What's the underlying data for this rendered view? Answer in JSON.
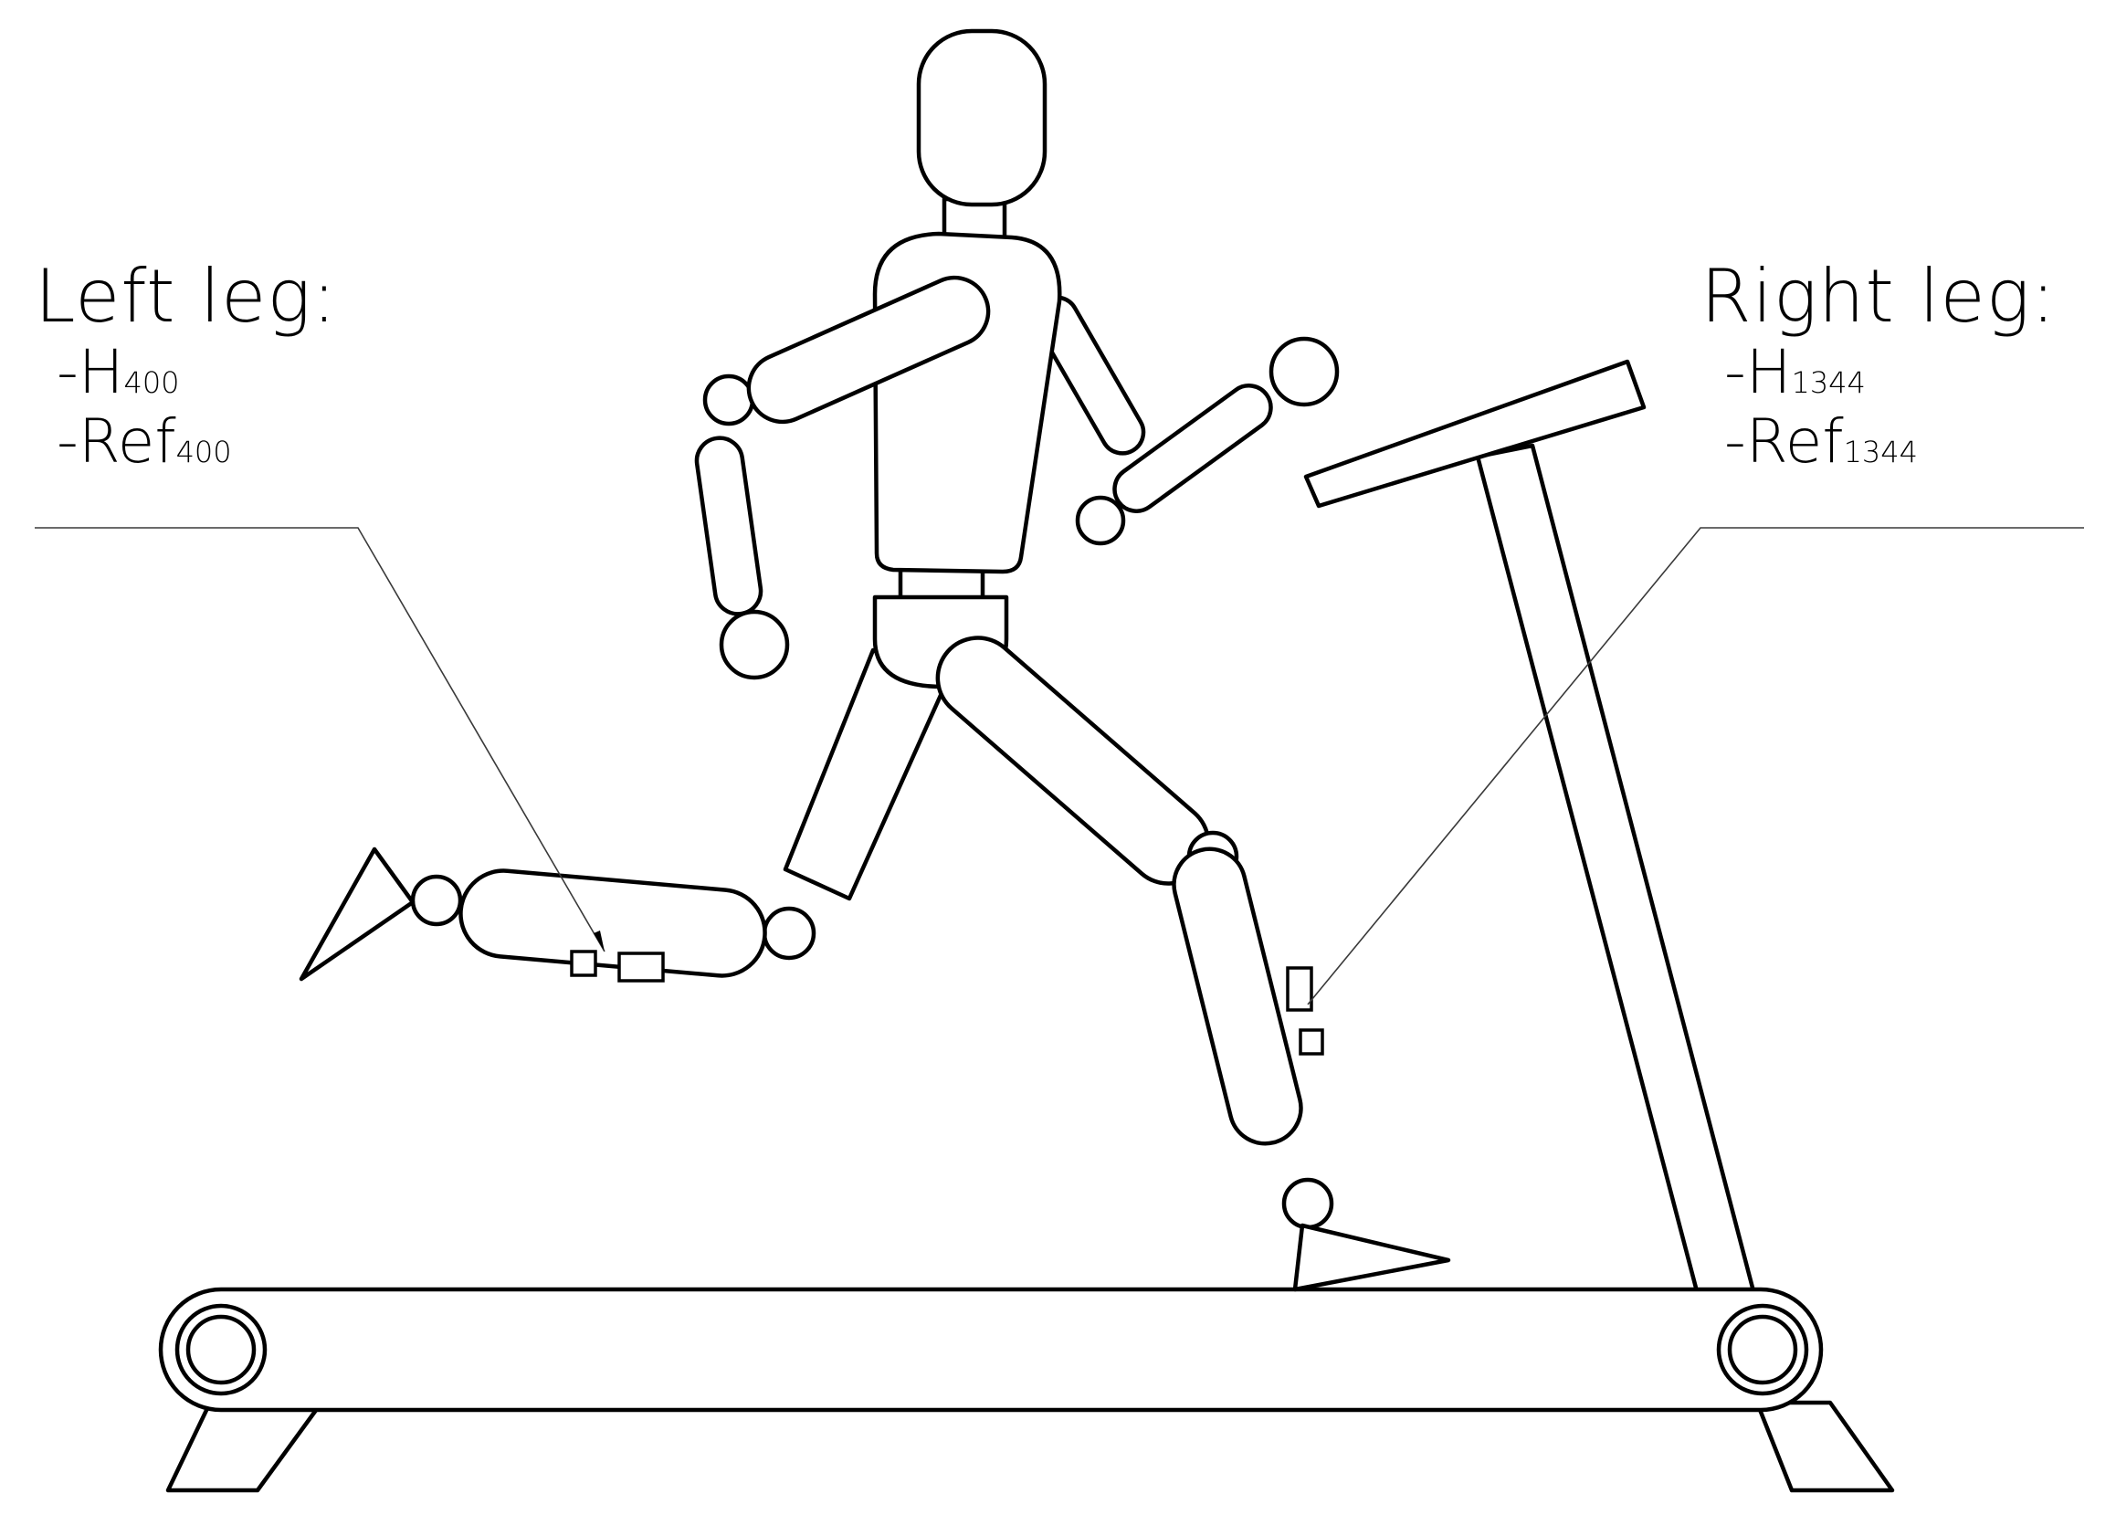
{
  "labels": {
    "left": {
      "title": "Left leg:",
      "h_prefix": "-H",
      "h_sub": "400",
      "ref_prefix": "-Ref",
      "ref_sub": "400"
    },
    "right": {
      "title": "Right leg:",
      "h_prefix": "-H",
      "h_sub": "1344",
      "ref_prefix": "-Ref",
      "ref_sub": "1344"
    }
  },
  "colors": {
    "line": "#000000",
    "background": "#ffffff"
  }
}
